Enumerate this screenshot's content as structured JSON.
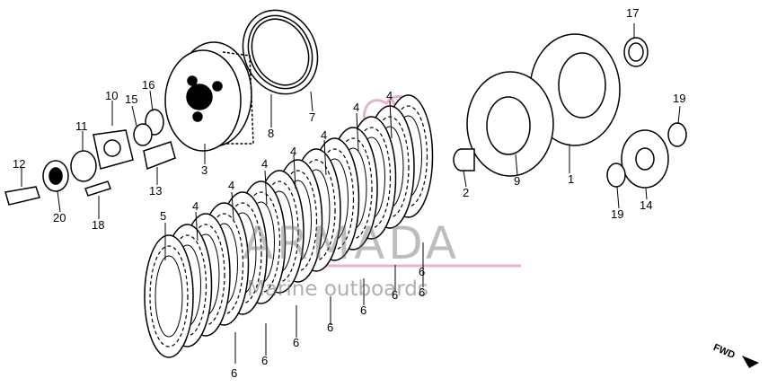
{
  "watermark": {
    "brand": "ARMADA",
    "subtitle": "Marine outboards",
    "accent_color": "#e3a6c4"
  },
  "direction_label": "FWD",
  "callouts": [
    "1",
    "2",
    "3",
    "4",
    "5",
    "6",
    "7",
    "8",
    "9",
    "10",
    "11",
    "12",
    "13",
    "14",
    "15",
    "16",
    "17",
    "18",
    "19",
    "20"
  ]
}
